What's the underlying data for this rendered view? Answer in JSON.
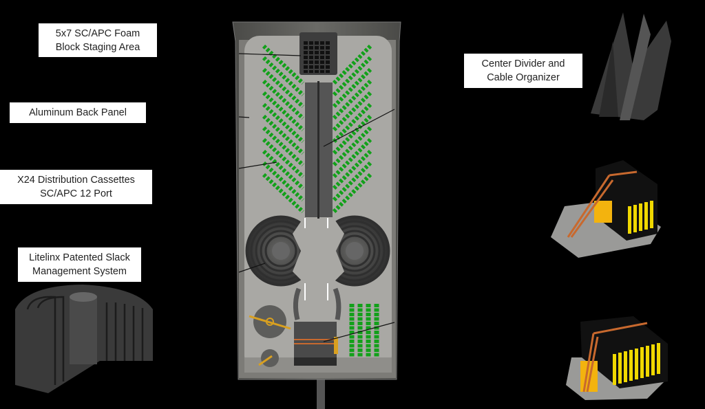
{
  "diagram": {
    "type": "annotated product render",
    "subject": "Fiber distribution enclosure (open, top view)",
    "colors": {
      "background": "#000000",
      "label_bg": "#ffffff",
      "label_text": "#222222",
      "enclosure_frame": "#5b5b58",
      "back_panel": "#a9a8a4",
      "connector_green": "#12a01a",
      "slack_spiral": "#3a3a3a",
      "strap_orange": "#c8692e",
      "adapter_yellow": "#f0d800",
      "leader_line": "#111111"
    }
  },
  "labels": {
    "foam_block": {
      "line1": "5x7 SC/APC Foam",
      "line2": "Block Staging Area"
    },
    "back_panel": {
      "line1": "Aluminum Back Panel"
    },
    "cassettes": {
      "line1": "X24 Distribution Cassettes",
      "line2": "SC/APC 12 Port"
    },
    "slack": {
      "line1": "Litelinx Patented Slack",
      "line2": "Management System"
    },
    "divider": {
      "line1": "Center Divider and",
      "line2": "Cable Organizer"
    }
  },
  "components": [
    {
      "name": "foam-block-staging-area",
      "grid": "5x7"
    },
    {
      "name": "aluminum-back-panel"
    },
    {
      "name": "distribution-cassettes",
      "count": 24,
      "ports_each": 12,
      "connector": "SC/APC"
    },
    {
      "name": "slack-management-system",
      "spirals": 2
    },
    {
      "name": "center-divider-cable-organizer"
    },
    {
      "name": "splice-module-small"
    },
    {
      "name": "splice-module-large"
    }
  ]
}
